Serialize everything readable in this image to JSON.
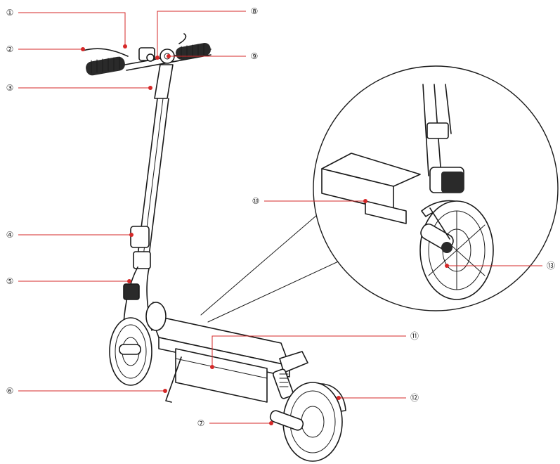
{
  "diagram": {
    "accent_color": "#d62828",
    "callouts": [
      {
        "id": "1",
        "label": "①"
      },
      {
        "id": "2",
        "label": "②"
      },
      {
        "id": "3",
        "label": "③"
      },
      {
        "id": "4",
        "label": "④"
      },
      {
        "id": "5",
        "label": "⑤"
      },
      {
        "id": "6",
        "label": "⑥"
      },
      {
        "id": "7",
        "label": "⑦"
      },
      {
        "id": "8",
        "label": "⑧"
      },
      {
        "id": "9",
        "label": "⑨"
      },
      {
        "id": "10",
        "label": "⑩"
      },
      {
        "id": "11",
        "label": "⑪"
      },
      {
        "id": "12",
        "label": "⑫"
      },
      {
        "id": "13",
        "label": "⑬"
      }
    ]
  }
}
